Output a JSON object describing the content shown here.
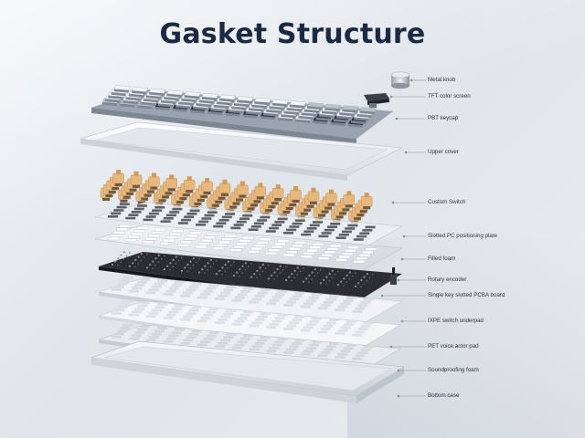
{
  "title": "Gasket Structure",
  "colors": {
    "title": "#1b2a44",
    "keycap_white": "#f2f4f6",
    "keycap_grey": "#b8c1cc",
    "keycap_dark": "#2c3140",
    "switch_tan": "#e7b77c",
    "pcb": "#2b2d33",
    "frame": "#f5f6f8"
  },
  "labels": [
    {
      "id": "metal-knob",
      "text": "Metal knob"
    },
    {
      "id": "tft-color-screen",
      "text": "TFT color screen"
    },
    {
      "id": "pbt-keycap",
      "text": "PBT keycap"
    },
    {
      "id": "upper-cover",
      "text": "Upper cover"
    },
    {
      "id": "custom-switch",
      "text": "Custom Switch"
    },
    {
      "id": "slotted-pc-positioning-plate",
      "text": "Slotted PC positioning plate"
    },
    {
      "id": "filled-foam",
      "text": "Filled foam"
    },
    {
      "id": "rotary-encoder",
      "text": "Rotary encoder"
    },
    {
      "id": "single-key-slotted-pcba-board",
      "text": "Single key slotted PCBA board"
    },
    {
      "id": "ixpe-switch-underpad",
      "text": "IXPE switch underpad"
    },
    {
      "id": "pet-voice-actor-pad",
      "text": "PET voice actor pad"
    },
    {
      "id": "soundproofing-foam",
      "text": "Soundproofing foam"
    },
    {
      "id": "bottom-case",
      "text": "Bottom case"
    }
  ]
}
